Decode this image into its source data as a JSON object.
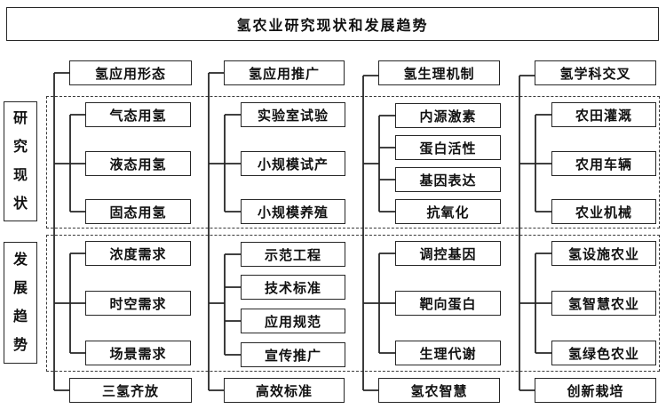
{
  "title": "氢农业研究现状和发展趋势",
  "side_labels": [
    "研究现状",
    "发展趋势"
  ],
  "columns": [
    {
      "header": "氢应用形态",
      "research": [
        "气态用氢",
        "液态用氢",
        "固态用氢"
      ],
      "trends": [
        "浓度需求",
        "时空需求",
        "场景需求"
      ],
      "footer": "三氢齐放"
    },
    {
      "header": "氢应用推广",
      "research": [
        "实验室试验",
        "小规模试产",
        "小规模养殖"
      ],
      "trends": [
        "示范工程",
        "技术标准",
        "应用规范",
        "宣传推广"
      ],
      "footer": "高效标准"
    },
    {
      "header": "氢生理机制",
      "research": [
        "内源激素",
        "蛋白活性",
        "基因表达",
        "抗氧化"
      ],
      "trends": [
        "调控基因",
        "靶向蛋白",
        "生理代谢"
      ],
      "footer": "氢农智慧"
    },
    {
      "header": "氢学科交叉",
      "research": [
        "农田灌溉",
        "农用车辆",
        "农业机械"
      ],
      "trends": [
        "氢设施农业",
        "氢智慧农业",
        "氢绿色农业"
      ],
      "footer": "创新栽培"
    }
  ],
  "colors": {
    "line": "#262626",
    "box_bg": "#ffffff",
    "text": "#111111"
  }
}
